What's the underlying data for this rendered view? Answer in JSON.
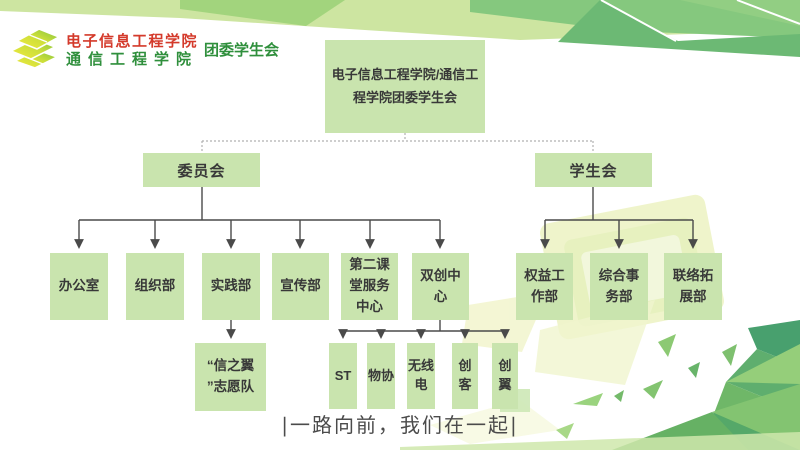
{
  "header": {
    "college_line1": "电子信息工程学院",
    "college_line2": "通信工程学院",
    "org_label": "团委学生会"
  },
  "org": {
    "root_label": "电子信息工程学院/通信工程学院团委学生会",
    "branches": [
      {
        "label": "委员会"
      },
      {
        "label": "学生会"
      }
    ],
    "committee_departments": [
      "办公室",
      "组织部",
      "实践部",
      "宣传部",
      "第二课堂服务中心",
      "双创中心"
    ],
    "union_departments": [
      "权益工作部",
      "综合事务部",
      "联络拓展部"
    ],
    "practice_sub_label": "“信之翼”志愿队",
    "innovation_subs": [
      "ST",
      "物协",
      "无线电",
      "创客",
      "创翼"
    ]
  },
  "footer": {
    "tagline": "|一路向前，我们在一起|"
  },
  "colors": {
    "node_fill": "#c9e4ae",
    "banner_green": "#85c87e",
    "poly_dark_green": "#48a06e",
    "logo_red": "#d43a2b",
    "logo_green": "#2f8f3c",
    "connector": "#4a4a4a"
  }
}
